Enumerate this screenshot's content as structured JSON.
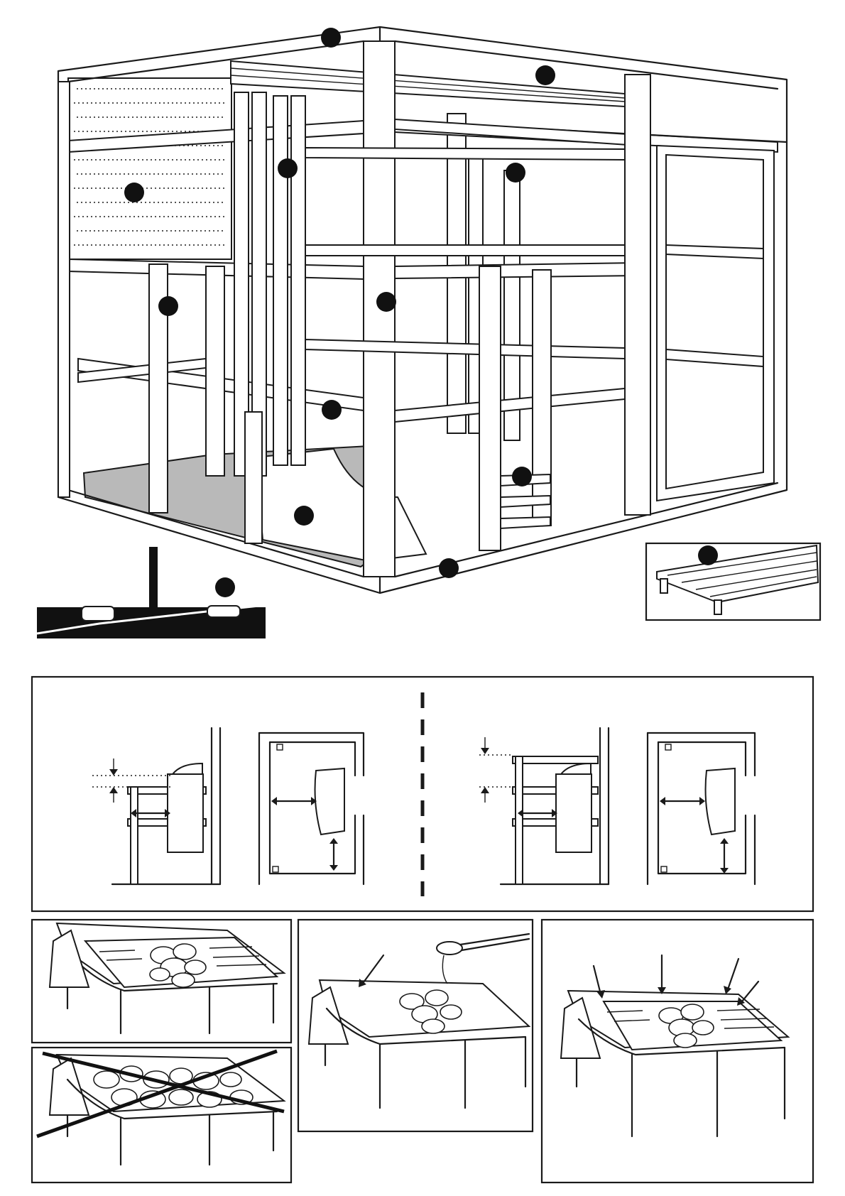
{
  "figure": {
    "callout_markers": 13,
    "panels": [
      "sauna-room-construction",
      "heater-clearances",
      "stones-loose",
      "stones-overpacked",
      "stones-water-pouring",
      "heater-stone-gaps"
    ]
  }
}
